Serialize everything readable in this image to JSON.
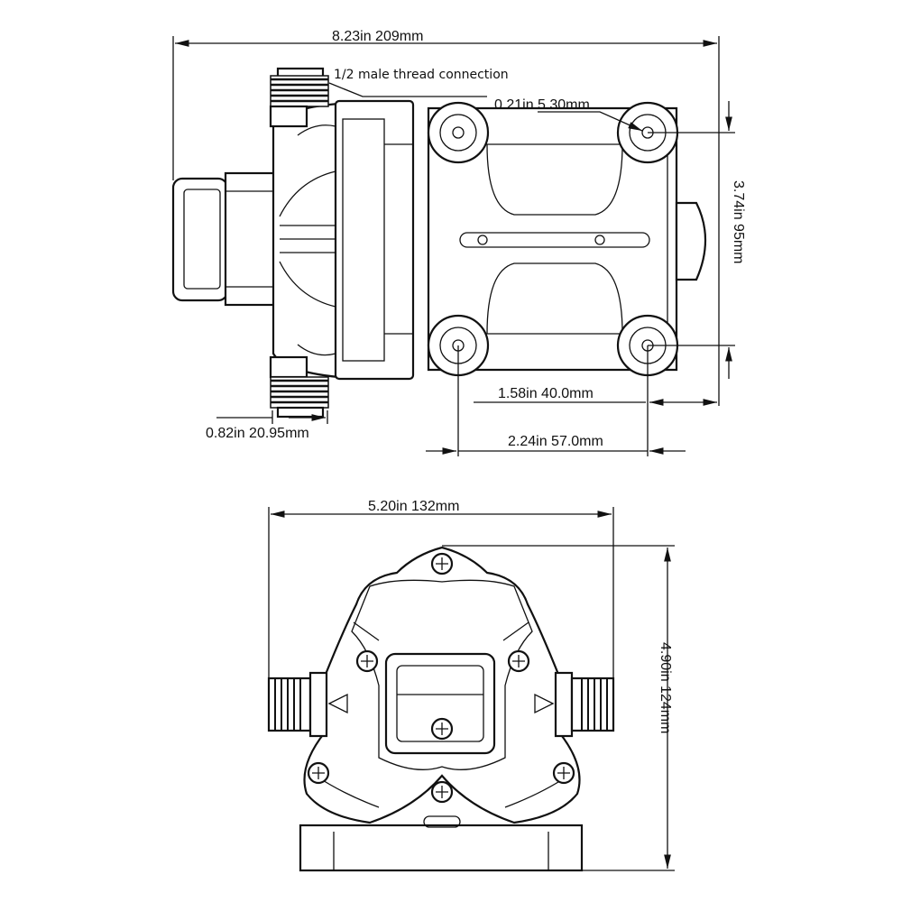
{
  "top_view": {
    "overall_length": "8.23in   209mm",
    "thread_note": "1/2 male thread connection",
    "hole_diameter": "0.21in  5.30mm",
    "mount_height": "3.74in   95mm",
    "hole_spacing_short": "1.58in   40.0mm",
    "hole_spacing_long": "2.24in   57.0mm",
    "fitting_width": "0.82in   20.95mm"
  },
  "front_view": {
    "width": "5.20in   132mm",
    "height": "4.90in   124mm"
  },
  "colors": {
    "line": "#111111",
    "background": "#ffffff"
  }
}
